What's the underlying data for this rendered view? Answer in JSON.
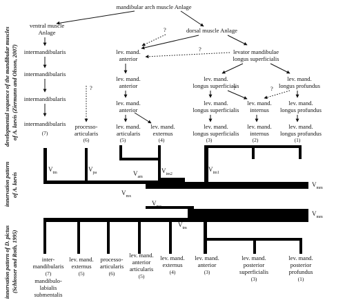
{
  "top": {
    "anlage": "mandibular arch muscle Anlage",
    "ventral": [
      "ventral muscle",
      "Anlage"
    ],
    "dorsal": "dorsal muscle Anlage",
    "intermandibularis": "intermandibularis",
    "lev_ant": [
      "lev. mand.",
      "anterior"
    ],
    "lev_long": [
      "levator mandibulae",
      "longus superficialis"
    ],
    "lev_long_sup": [
      "lev. mand.",
      "longus superficialis"
    ],
    "lev_long_prof": [
      "lev. mand.",
      "longus profundus"
    ],
    "processo": [
      "processo-",
      "articularis"
    ],
    "lev_art": [
      "lev. mand.",
      "articularis"
    ],
    "lev_ext": [
      "lev. mand.",
      "externus"
    ],
    "lev_int": [
      "lev. mand.",
      "internus"
    ],
    "q": "?",
    "nums": [
      "(7)",
      "(6)",
      "(5)",
      "(4)",
      "(3)",
      "(2)",
      "(1)"
    ]
  },
  "side_labels": {
    "top": [
      "developmental sequence of the mandibular muscles",
      "of A. laevis (Ziermann and Olsson, 2007)"
    ],
    "mid": [
      "innervation pattern",
      "of A. laevis"
    ],
    "bot": [
      "innervation pattern of D. pictus",
      "(Schlosser and Roth, 1995)"
    ]
  },
  "mid_nerves": {
    "V": "V",
    "subs": [
      "tm",
      "pa",
      "am",
      "im2",
      "im1",
      "mm",
      "mx"
    ]
  },
  "bot_nerves": {
    "V": "V",
    "subs": [
      "mx",
      "mm",
      "tm"
    ]
  },
  "bottom": {
    "col1": [
      "inter-",
      "mandibularis",
      "(7)",
      "mandibulo-",
      "labialis",
      "submentalis"
    ],
    "col2": [
      "lev. mand.",
      "externus",
      "(5)"
    ],
    "col3": [
      "processo-",
      "articularis",
      "(6)"
    ],
    "col4": [
      "lev. mand.",
      "anterior",
      "articularis",
      "(5)"
    ],
    "col5": [
      "lev. mand.",
      "externus",
      "(4)"
    ],
    "col6": [
      "lev. mand.",
      "anterior",
      "(3)"
    ],
    "col7": [
      "lev. mand.",
      "posterior",
      "superficialis",
      "(3)"
    ],
    "col8": [
      "lev. mand.",
      "posterior",
      "profundus",
      "(1)"
    ]
  }
}
